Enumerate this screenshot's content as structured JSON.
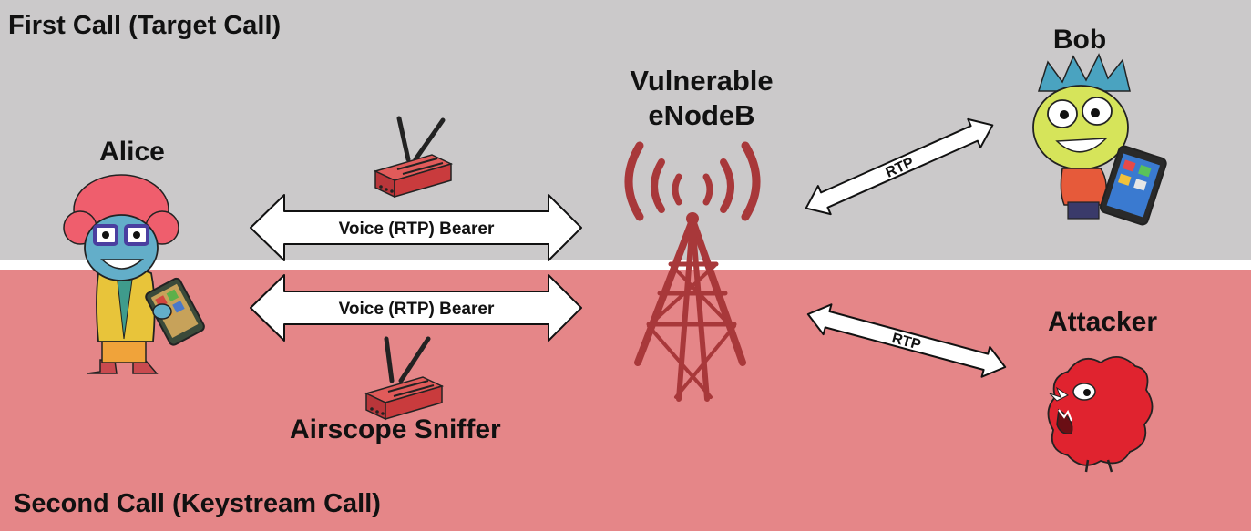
{
  "sections": {
    "first_call": "First Call (Target Call)",
    "second_call": "Second Call (Keystream  Call)"
  },
  "actors": {
    "alice": "Alice",
    "bob": "Bob",
    "attacker": "Attacker"
  },
  "enodeb": {
    "line1": "Vulnerable",
    "line2": "eNodeB"
  },
  "links": {
    "top_bearer": "Voice (RTP) Bearer",
    "bottom_bearer": "Voice (RTP) Bearer",
    "bob_link": "RTP",
    "attacker_link": "RTP"
  },
  "sniffer": {
    "label": "Airscope Sniffer"
  },
  "colors": {
    "top_band": "#cbc9ca",
    "bottom_band": "#e58688",
    "device_red": "#c93b3d",
    "tower_red": "#a8383a"
  }
}
